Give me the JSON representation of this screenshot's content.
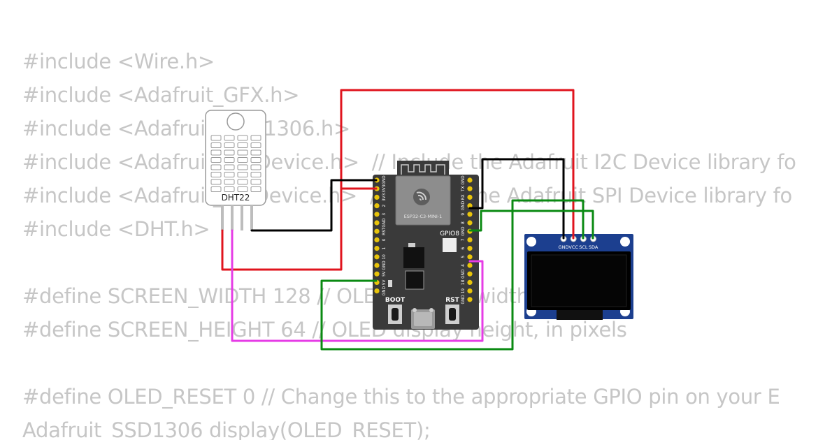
{
  "code_lines": [
    "#include <Wire.h>",
    "#include <Adafruit_GFX.h>",
    "#include <Adafruit_SSD1306.h>",
    "#include <Adafruit_I2CDevice.h>  // Include the Adafruit I2C Device library fo",
    "#include <Adafruit_SPIDevice.h>  // Include the Adafruit SPI Device library fo",
    "#include <DHT.h>",
    "",
    "#define SCREEN_WIDTH 128 // OLED display width, in pixels",
    "#define SCREEN_HEIGHT 64 // OLED display height, in pixels",
    "",
    "#define OLED_RESET 0 // Change this to the appropriate GPIO pin on your E",
    "Adafruit_SSD1306 display(OLED_RESET);"
  ],
  "sensor": {
    "label": "DHT22"
  },
  "board": {
    "module_label": "ESP32-C3-MINI-1",
    "gpio_label": "GPIO8",
    "boot_label": "BOOT",
    "rst_label": "RST",
    "left_pins": [
      "GND",
      "3V3",
      "3V3",
      "2",
      "3",
      "GND",
      "RST",
      "0",
      "1",
      "10",
      "GND",
      "5V",
      "5V",
      "GND"
    ],
    "right_pins": [
      "GND",
      "TX",
      "RX",
      "GND",
      "9",
      "8",
      "GND",
      "7",
      "6",
      "5",
      "4",
      "GND",
      "18",
      "19",
      "GND"
    ]
  },
  "oled": {
    "pins": [
      "GND",
      "VCC",
      "SCL",
      "SDA"
    ]
  },
  "colors": {
    "wire_red": "#e0141e",
    "wire_black": "#000000",
    "wire_green": "#0a8a12",
    "wire_magenta": "#e63ce6",
    "board": "#3a3a3a",
    "oled_board": "#1c3f8f",
    "code_text": "#c6c6c6"
  },
  "icons": [
    "espressif-logo-icon",
    "rgb-led-icon",
    "usb-connector-icon"
  ]
}
